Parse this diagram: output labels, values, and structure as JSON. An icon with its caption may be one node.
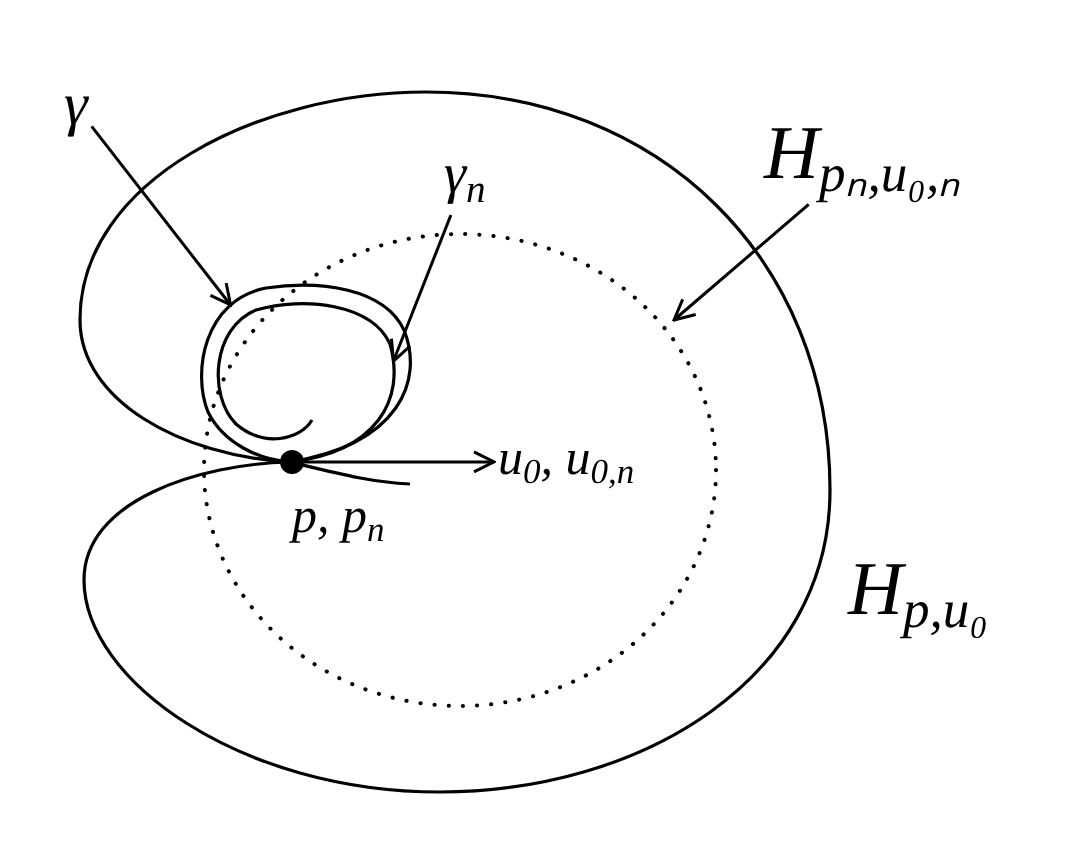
{
  "diagram": {
    "nodes": [
      {
        "text": [
          "γ"
        ]
      },
      {
        "text": [],
        "shape": "loop"
      },
      {
        "text": [
          "γ$_{n}$"
        ]
      },
      {
        "text": [],
        "shape": "spiral",
        "in": 1
      },
      {
        "text": [
          "H$_{pₙ,u₀,ₙ}$"
        ]
      },
      {
        "text": [],
        "shape": "dot"
      },
      {
        "text": [
          "u$_{0}$, u$_{0,n}$"
        ]
      }
    ],
    "edges": [
      {
        "from": 0,
        "to": 1,
        "arrow": "to"
      },
      {
        "from": 2,
        "to": 3,
        "arrow": "to"
      },
      {
        "from": 4,
        "to": null,
        "arrow": "to"
      },
      {
        "from": 5,
        "to": 6,
        "arrow": "to"
      }
    ],
    "labels": [
      "p, p$_{n}$",
      "H$_{p,u₀}$"
    ]
  }
}
